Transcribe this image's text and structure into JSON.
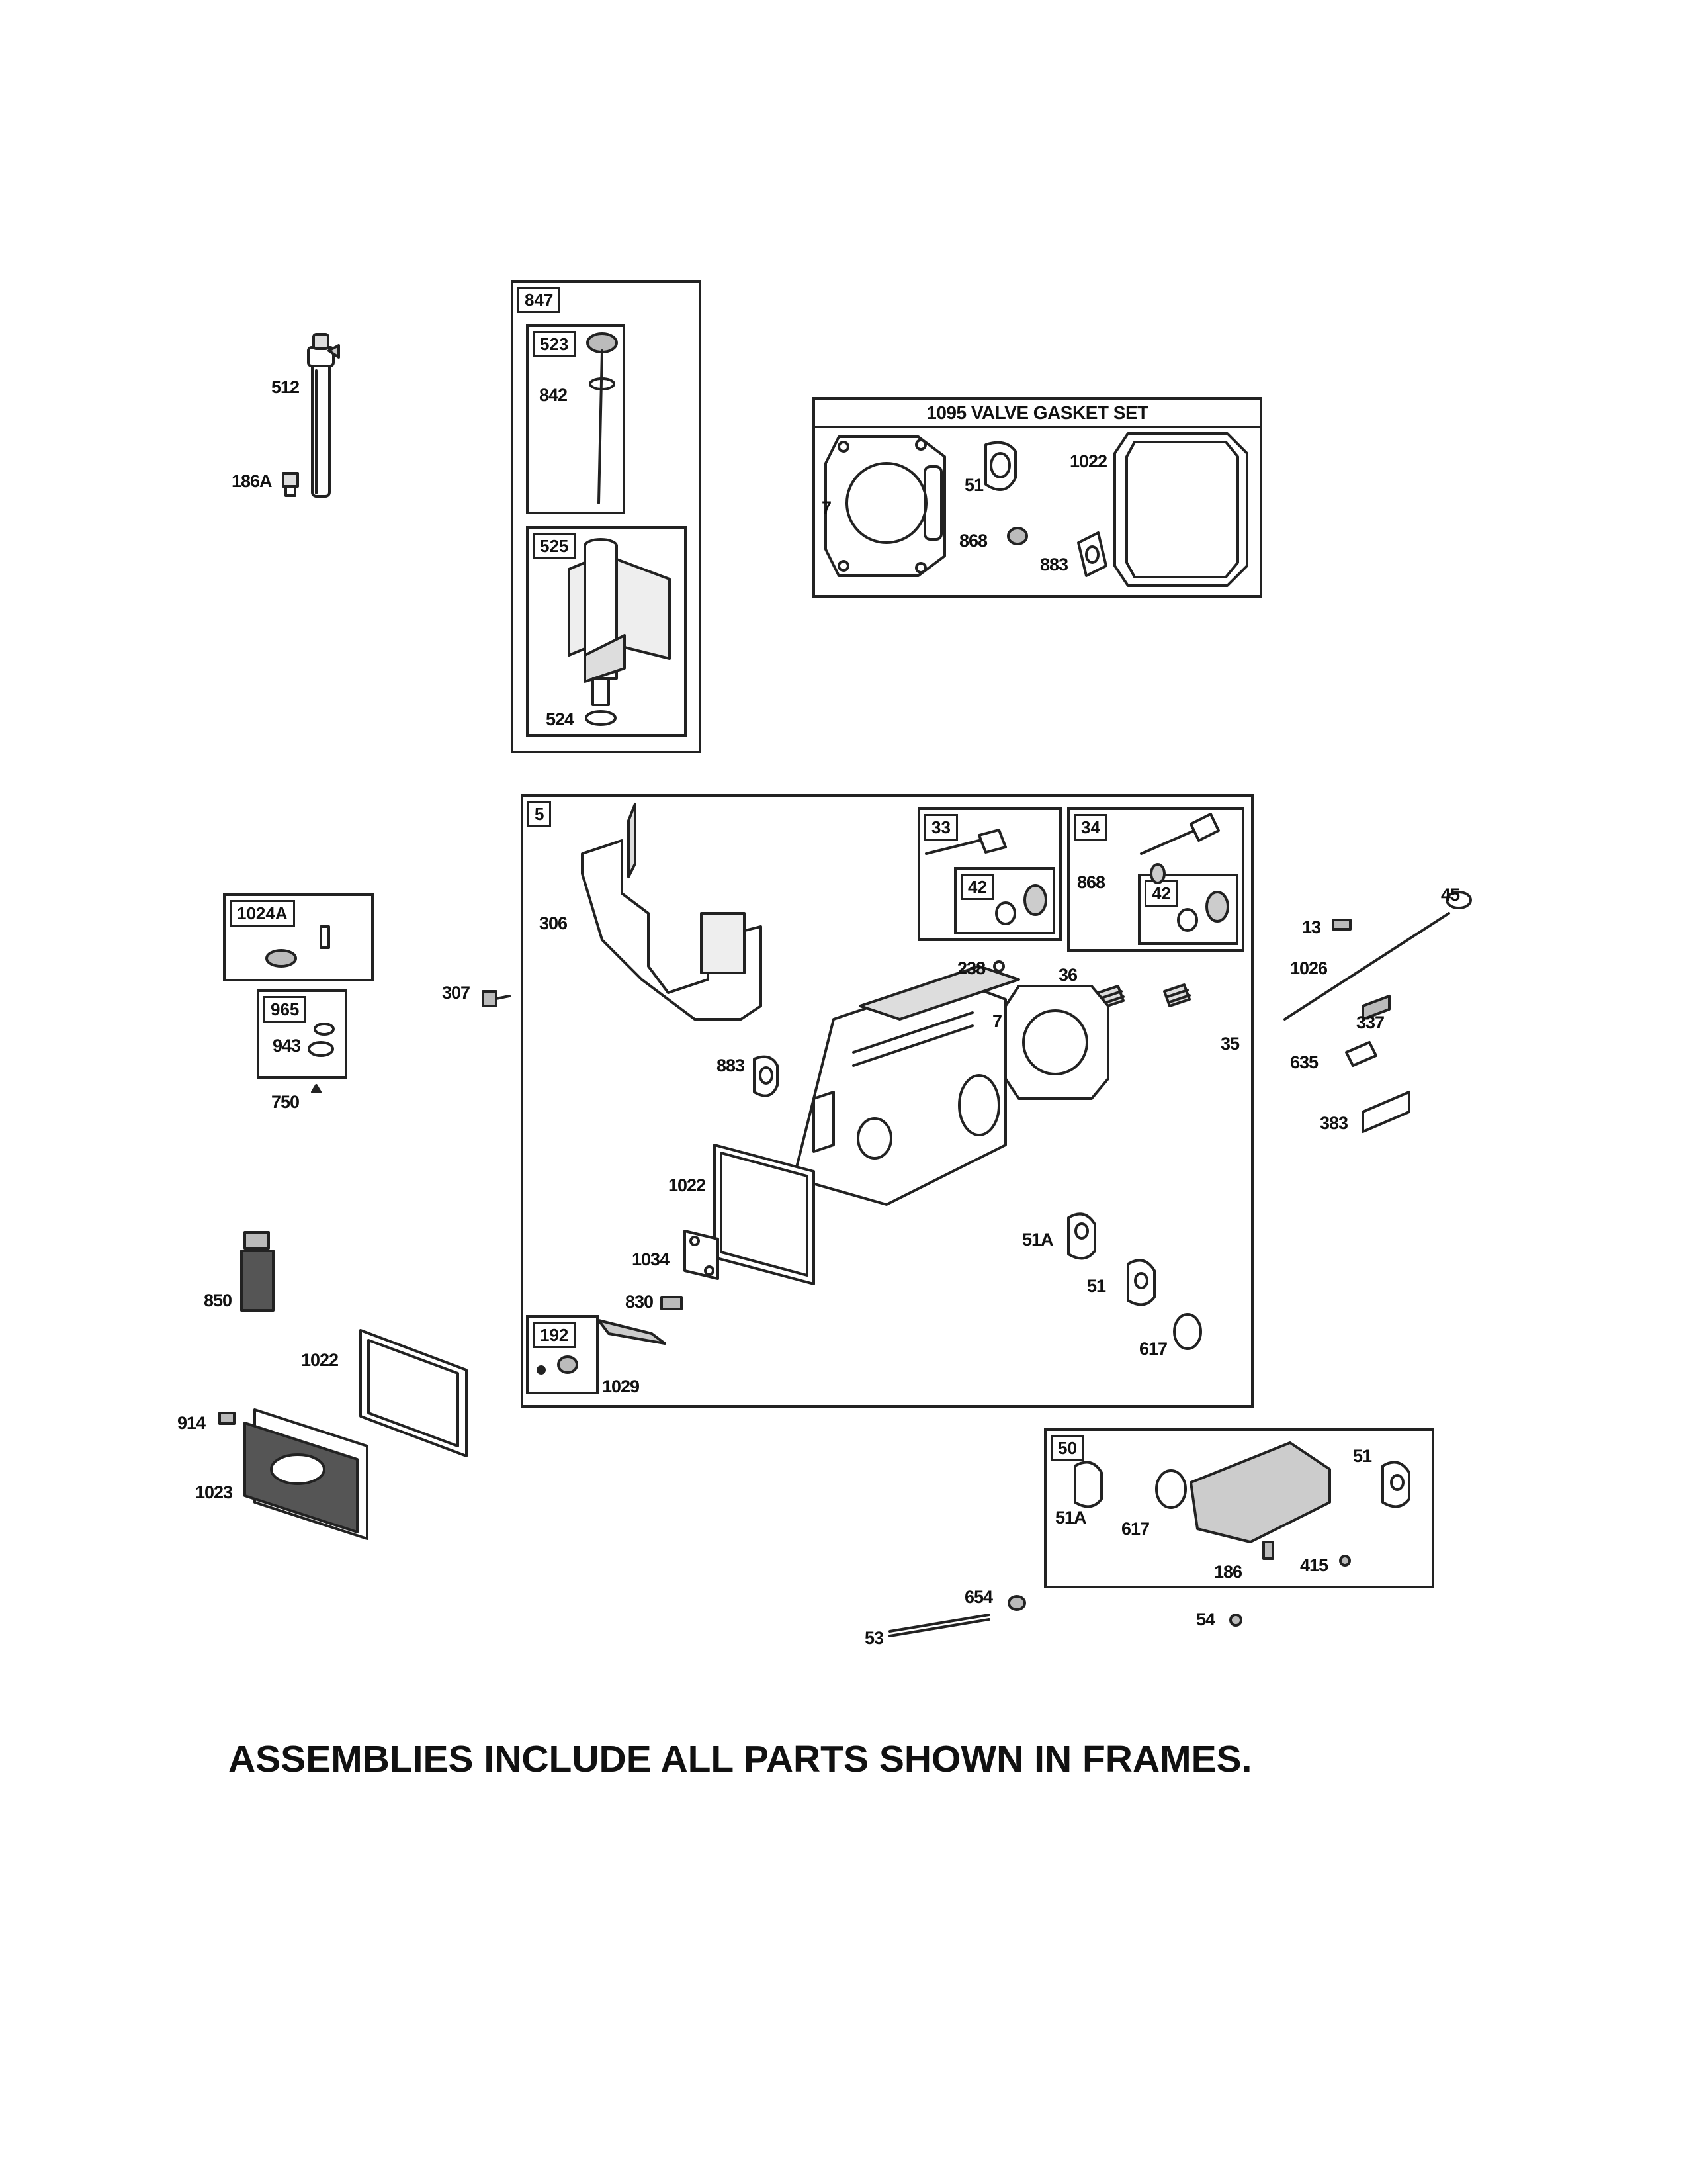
{
  "frames": {
    "f847": "847",
    "f523": "523",
    "f525": "525",
    "valve_gasket_set": "1095 VALVE GASKET SET",
    "f5": "5",
    "f33": "33",
    "f42a": "42",
    "f34": "34",
    "f42b": "42",
    "f1024a": "1024A",
    "f965": "965",
    "f192": "192",
    "f50": "50"
  },
  "labels": {
    "l512": "512",
    "l186a": "186A",
    "l842": "842",
    "l524": "524",
    "l7_top": "7",
    "l51_top": "51",
    "l1022_top": "1022",
    "l868_top": "868",
    "l883_top": "883",
    "l306": "306",
    "l307": "307",
    "l868_mid": "868",
    "l238": "238",
    "l36": "36",
    "l7_mid": "7",
    "l35": "35",
    "l883_mid": "883",
    "l1022_mid": "1022",
    "l1034": "1034",
    "l830": "830",
    "l1029": "1029",
    "l51a_mid": "51A",
    "l51_mid": "51",
    "l617_mid": "617",
    "l943": "943",
    "l750": "750",
    "l13": "13",
    "l45": "45",
    "l1026": "1026",
    "l337": "337",
    "l635": "635",
    "l383": "383",
    "l850": "850",
    "l1022_left": "1022",
    "l914": "914",
    "l1023": "1023",
    "l51a_bot": "51A",
    "l617_bot": "617",
    "l51_bot": "51",
    "l186": "186",
    "l415": "415",
    "l654": "654",
    "l53": "53",
    "l54": "54"
  },
  "footer_note": "ASSEMBLIES INCLUDE ALL PARTS SHOWN IN FRAMES."
}
